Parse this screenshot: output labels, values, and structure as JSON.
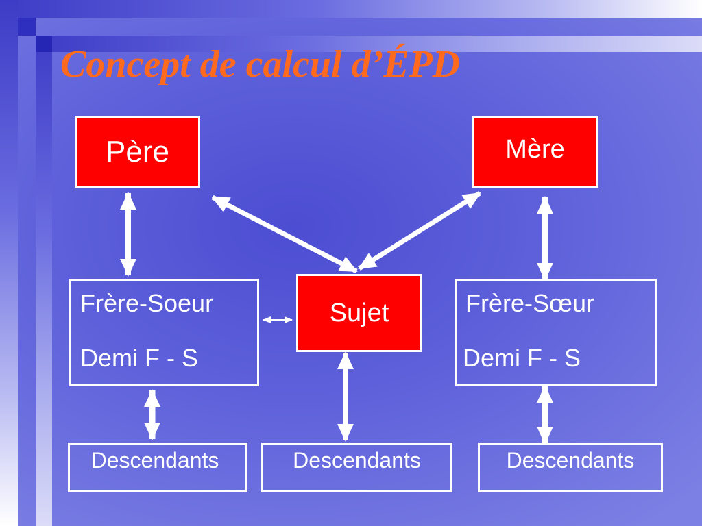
{
  "slide": {
    "title": "Concept de calcul d’ÉPD"
  },
  "diagram": {
    "nodes": {
      "pere": "Père",
      "mere": "Mère",
      "sujet": "Sujet",
      "fs_left_line1": "Frère-Soeur",
      "fs_left_line2": "Demi F - S",
      "fs_right_line1": "Frère-Sœur",
      "fs_right_line2": "Demi F - S",
      "desc_1": "Descendants",
      "desc_2": "Descendants",
      "desc_3": "Descendants"
    },
    "connections": [
      {
        "from": "pere",
        "to": "sujet",
        "type": "double-arrow"
      },
      {
        "from": "mere",
        "to": "sujet",
        "type": "double-arrow"
      },
      {
        "from": "pere",
        "to": "fs_left",
        "type": "double-arrow"
      },
      {
        "from": "mere",
        "to": "fs_right",
        "type": "double-arrow"
      },
      {
        "from": "fs_left",
        "to": "sujet",
        "type": "double-arrow"
      },
      {
        "from": "fs_left",
        "to": "desc_1",
        "type": "double-arrow"
      },
      {
        "from": "sujet",
        "to": "desc_2",
        "type": "double-arrow"
      },
      {
        "from": "fs_right",
        "to": "desc_3",
        "type": "double-arrow"
      }
    ]
  },
  "colors": {
    "title": "#ff6a1e",
    "node_fill": "#ff0000",
    "background": "#5e61da",
    "stroke": "#ffffff"
  }
}
